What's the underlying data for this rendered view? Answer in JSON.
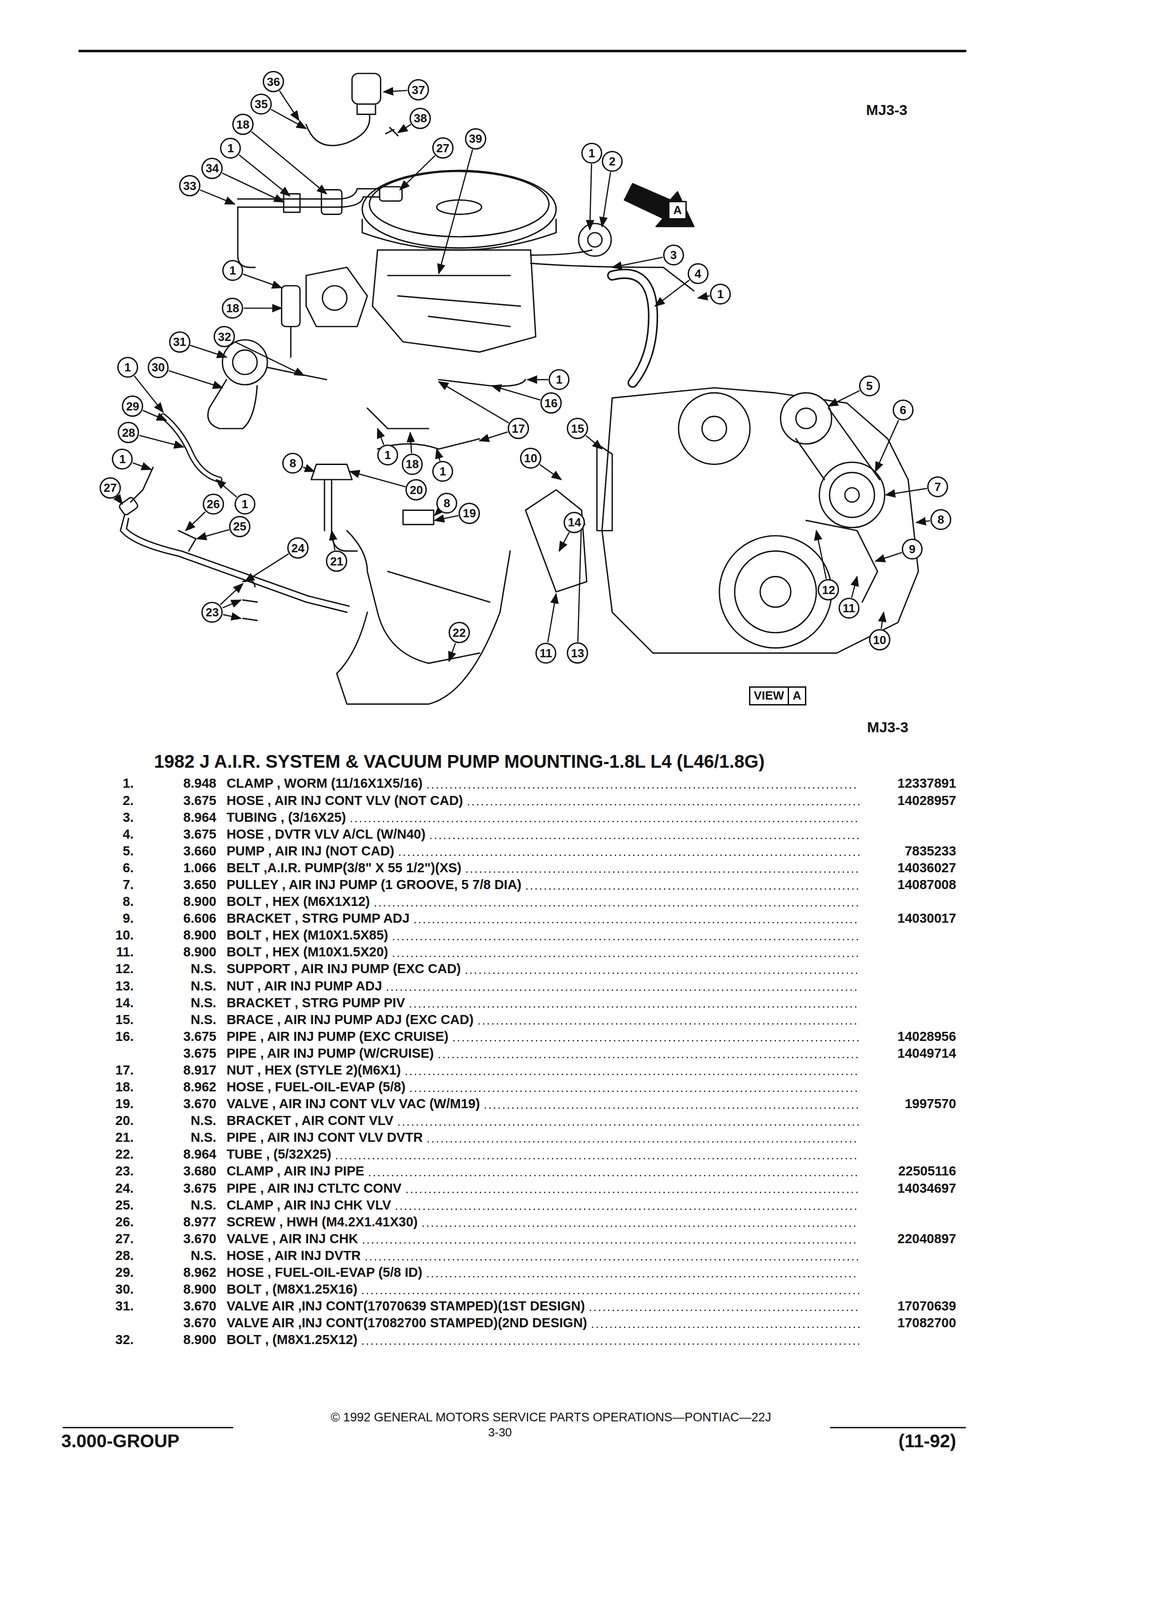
{
  "diagram": {
    "title": "1982 J A.I.R. SYSTEM & VACUUM PUMP MOUNTING-1.8L L4 (L46/1.8G)",
    "nodes": [
      {
        "text": [
          "36"
        ]
      },
      {
        "text": [
          "37"
        ]
      },
      {
        "text": [
          "35"
        ]
      },
      {
        "text": [
          "38"
        ]
      },
      {
        "text": [
          "18"
        ]
      },
      {
        "text": [
          "1"
        ]
      },
      {
        "text": [
          "39"
        ]
      },
      {
        "text": [
          "27"
        ]
      },
      {
        "text": [
          "1"
        ]
      },
      {
        "text": [
          "2"
        ]
      },
      {
        "text": [
          "34"
        ]
      },
      {
        "text": [
          "33"
        ]
      },
      {
        "text": [
          "A"
        ]
      },
      {
        "text": [
          "3"
        ]
      },
      {
        "text": [
          "4"
        ]
      },
      {
        "text": [
          "1"
        ]
      },
      {
        "text": [
          "1"
        ]
      },
      {
        "text": [
          "18"
        ]
      },
      {
        "text": [
          "32"
        ]
      },
      {
        "text": [
          "31"
        ]
      },
      {
        "text": [
          "1"
        ]
      },
      {
        "text": [
          "1"
        ]
      },
      {
        "text": [
          "30"
        ]
      },
      {
        "text": [
          "5"
        ]
      },
      {
        "text": [
          "16"
        ]
      },
      {
        "text": [
          "29"
        ]
      },
      {
        "text": [
          "6"
        ]
      },
      {
        "text": [
          "17"
        ]
      },
      {
        "text": [
          "15"
        ]
      },
      {
        "text": [
          "28"
        ]
      },
      {
        "text": [
          "1"
        ]
      },
      {
        "text": [
          "10"
        ]
      },
      {
        "text": [
          "8"
        ]
      },
      {
        "text": [
          "18"
        ]
      },
      {
        "text": [
          "1"
        ]
      },
      {
        "text": [
          "1"
        ]
      },
      {
        "text": [
          "1"
        ]
      },
      {
        "text": [
          "20"
        ]
      },
      {
        "text": [
          "7"
        ]
      },
      {
        "text": [
          "27"
        ]
      },
      {
        "text": [
          "8"
        ]
      },
      {
        "text": [
          "26"
        ]
      },
      {
        "text": [
          "19"
        ]
      },
      {
        "text": [
          "8"
        ]
      },
      {
        "text": [
          "25"
        ]
      },
      {
        "text": [
          "14"
        ]
      },
      {
        "text": [
          "24"
        ]
      },
      {
        "text": [
          "9"
        ]
      },
      {
        "text": [
          "21"
        ]
      },
      {
        "text": [
          "12"
        ]
      },
      {
        "text": [
          "11"
        ]
      },
      {
        "text": [
          "23"
        ]
      },
      {
        "text": [
          "22"
        ]
      },
      {
        "text": [
          "10"
        ]
      },
      {
        "text": [
          "11"
        ]
      },
      {
        "text": [
          "13"
        ]
      },
      {
        "text": [
          "VIEW",
          "A"
        ]
      }
    ],
    "labels": [
      "MJ3-3",
      "MJ3-3",
      "1.",
      "8.948",
      "CLAMP , WORM (11/16X1X5/16)",
      "12337891",
      "2.",
      "3.675",
      "HOSE , AIR INJ CONT VLV (NOT CAD)",
      "14028957",
      "3.",
      "8.964",
      "TUBING , (3/16X25)",
      "4.",
      "3.675",
      "HOSE , DVTR VLV A/CL (W/N40)",
      "5.",
      "3.660",
      "PUMP , AIR INJ (NOT CAD)",
      "7835233",
      "6.",
      "1.066",
      "BELT ,A.I.R. PUMP(3/8\" X 55 1/2\")(XS)",
      "14036027",
      "7.",
      "3.650",
      "PULLEY , AIR INJ PUMP (1 GROOVE, 5 7/8 DIA)",
      "14087008",
      "8.",
      "8.900",
      "BOLT , HEX (M6X1X12)",
      "9.",
      "6.606",
      "BRACKET , STRG PUMP ADJ",
      "14030017",
      "10.",
      "8.900",
      "BOLT , HEX (M10X1.5X85)",
      "11.",
      "8.900",
      "BOLT , HEX (M10X1.5X20)",
      "12.",
      "N.S.",
      "SUPPORT , AIR INJ PUMP (EXC CAD)",
      "13.",
      "N.S.",
      "NUT , AIR INJ PUMP ADJ",
      "14.",
      "N.S.",
      "BRACKET , STRG PUMP PIV",
      "15.",
      "N.S.",
      "BRACE , AIR INJ PUMP ADJ (EXC CAD)",
      "16.",
      "3.675",
      "PIPE , AIR INJ PUMP (EXC CRUISE)",
      "14028956",
      "3.675",
      "PIPE , AIR INJ PUMP (W/CRUISE)",
      "14049714",
      "17.",
      "8.917",
      "NUT , HEX (STYLE 2)(M6X1)",
      "18.",
      "8.962",
      "HOSE , FUEL-OIL-EVAP (5/8)",
      "19.",
      "3.670",
      "VALVE , AIR INJ CONT VLV VAC (W/M19)",
      "1997570",
      "20.",
      "N.S.",
      "BRACKET , AIR CONT VLV",
      "21.",
      "N.S.",
      "PIPE , AIR INJ CONT VLV DVTR",
      "22.",
      "8.964",
      "TUBE , (5/32X25)",
      "23.",
      "3.680",
      "CLAMP , AIR INJ PIPE",
      "22505116",
      "24.",
      "3.675",
      "PIPE , AIR INJ CTLTC CONV",
      "14034697",
      "25.",
      "N.S.",
      "CLAMP , AIR INJ CHK VLV",
      "26.",
      "8.977",
      "SCREW , HWH (M4.2X1.41X30)",
      "27.",
      "3.670",
      "VALVE , AIR INJ CHK",
      "22040897",
      "28.",
      "N.S.",
      "HOSE , AIR INJ DVTR",
      "29.",
      "8.962",
      "HOSE , FUEL-OIL-EVAP (5/8 ID)",
      "30.",
      "8.900",
      "BOLT , (M8X1.25X16)",
      "31.",
      "3.670",
      "VALVE AIR ,INJ CONT(17070639 STAMPED)(1ST DESIGN)",
      "17070639",
      "3.670",
      "VALVE AIR ,INJ CONT(17082700 STAMPED)(2ND DESIGN)",
      "17082700",
      "32.",
      "8.900",
      "BOLT , (M8X1.25X12)",
      "© 1992 GENERAL MOTORS SERVICE PARTS OPERATIONS—PONTIAC—22J",
      "3.000-GROUP",
      "3-30",
      "(11-92)"
    ]
  }
}
